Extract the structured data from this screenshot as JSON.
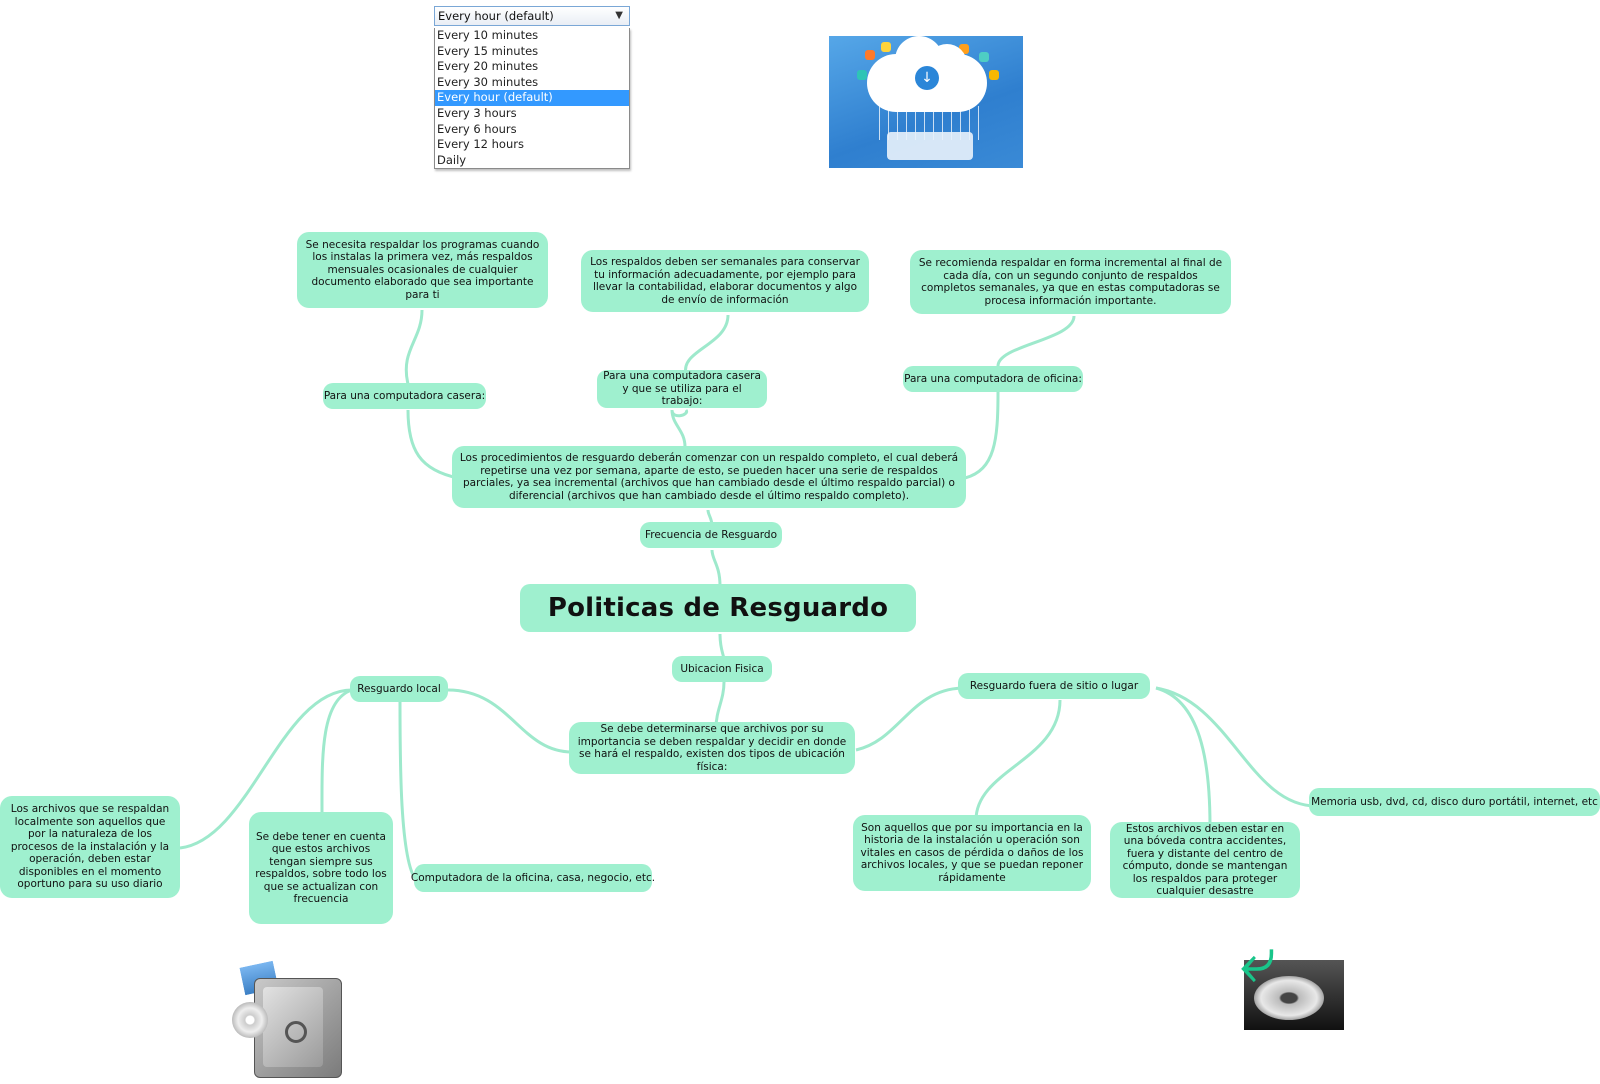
{
  "dropdown": {
    "selected": "Every hour (default)",
    "options": [
      "Every 10 minutes",
      "Every 15 minutes",
      "Every 20 minutes",
      "Every 30 minutes",
      "Every hour (default)",
      "Every 3 hours",
      "Every 6 hours",
      "Every 12 hours",
      "Daily"
    ],
    "highlight_color": "#3399ff"
  },
  "map": {
    "node_color": "#9ff0cf",
    "line_color": "#9ee9cc",
    "central": "Politicas de Resguardo",
    "frecuencia": {
      "label": "Frecuencia de Resguardo",
      "description": "Los procedimientos de resguardo deberán comenzar con un respaldo completo, el cual deberá repetirse una vez por semana, aparte de esto, se pueden hacer una serie de respaldos parciales, ya sea incremental (archivos que han cambiado desde el último respaldo parcial) o diferencial (archivos que han cambiado desde el último respaldo completo).",
      "casera_label": "Para una computadora casera:",
      "casera_text": "Se necesita respaldar los programas cuando los instalas la primera vez, más respaldos mensuales ocasionales de cualquier documento elaborado que sea importante para ti",
      "trabajo_label": "Para una computadora casera y que se utiliza para el trabajo:",
      "trabajo_text": "Los respaldos deben ser semanales para conservar tu información adecuadamente, por ejemplo para llevar la contabilidad, elaborar documentos y algo de envío de información",
      "oficina_label": "Para una computadora de oficina:",
      "oficina_text": "Se recomienda respaldar en forma incremental al final de cada día, con un segundo conjunto de respaldos completos semanales, ya que en estas computadoras se procesa información importante."
    },
    "ubicacion": {
      "label": "Ubicacion Fisica",
      "description": "Se debe determinarse que archivos por su importancia se deben respaldar y decidir en donde se hará el respaldo, existen dos tipos de ubicación física:",
      "local_label": "Resguardo local",
      "local_text1": "Los archivos que se respaldan localmente son aquellos que por la naturaleza de los procesos de la instalación y la operación, deben estar disponibles en el momento oportuno para su uso diario",
      "local_text2": "Se debe tener en cuenta que estos archivos tengan siempre sus respaldos, sobre todo los que se actualizan con frecuencia",
      "local_text3": "Computadora de la oficina, casa, negocio, etc.",
      "fuera_label": "Resguardo fuera de sitio o lugar",
      "fuera_text1": "Son aquellos que por su importancia en la historia de la instalación u operación son vitales en casos de pérdida o daños de los archivos locales, y que se puedan reponer rápidamente",
      "fuera_text2": "Estos archivos deben estar en una bóveda contra accidentes, fuera y distante del centro de cómputo, donde se mantengan los respaldos para proteger cualquier desastre",
      "fuera_text3": "Memoria usb, dvd, cd, disco duro portátil, internet, etc"
    }
  },
  "images": {
    "cloud": "cloud-download-icon",
    "safe": "safe-icon",
    "restore": "restore-disc-icon"
  }
}
